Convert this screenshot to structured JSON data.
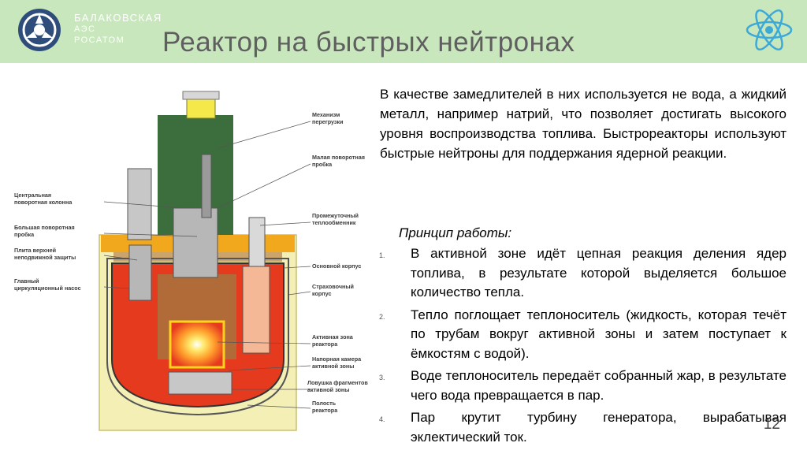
{
  "header": {
    "logo_lines": [
      "БАЛАКОВСКАЯ",
      "АЭС",
      "РОСАТОМ"
    ],
    "title": "Реактор на быстрых нейтронах"
  },
  "diagram": {
    "labels": {
      "refuel": [
        "Механизм",
        "перегрузки"
      ],
      "small_plug": [
        "Малая поворотная",
        "пробка"
      ],
      "central_column": [
        "Центральная",
        "поворотная колонна"
      ],
      "hx": [
        "Промежуточный",
        "теплообменник"
      ],
      "large_plug": [
        "Большая поворотная",
        "пробка"
      ],
      "top_plate": [
        "Плита верхней",
        "неподвижной защиты"
      ],
      "main_vessel": [
        "Основной корпус"
      ],
      "pump": [
        "Главный",
        "циркуляционный насос"
      ],
      "guard_vessel": [
        "Страховочный",
        "корпус"
      ],
      "core": [
        "Активная зона",
        "реактора"
      ],
      "pressure_chamber": [
        "Напорная камера",
        "активной зоны"
      ],
      "debris_trap": [
        "Ловушка фрагментов",
        "активной зоны"
      ],
      "cavity": [
        "Полость",
        "реактора"
      ]
    }
  },
  "text": {
    "intro": "В качестве замедлителей в них используется не вода, а жидкий металл, например натрий, что позволяет достигать высокого уровня воспроизводства топлива. Быстрореакторы используют быстрые нейтроны для поддержания ядерной реакции.",
    "principle_title": "Принцип работы:",
    "steps": [
      {
        "num": "1.",
        "text": "В активной зоне идёт цепная реакция деления ядер топлива, в результате которой выделяется большое количество тепла."
      },
      {
        "num": "2.",
        "text": "Тепло поглощает теплоноситель (жидкость, которая течёт по трубам вокруг активной зоны и затем поступает к ёмкостям с водой)."
      },
      {
        "num": "3.",
        "text": "Воде теплоноситель передаёт собранный жар, в результате чего вода превращается в пар."
      },
      {
        "num": "4.",
        "text": "Пар крутит турбину генератора, вырабатывая эклектический ток."
      }
    ]
  },
  "page_number": "12",
  "colors": {
    "header_bg": "#c9e7bd",
    "title": "#5f5f5f",
    "atom": "#3da9d6",
    "vessel_fill": "#e63a1f",
    "core_center": "#ffd21e",
    "shield": "#f2a81d",
    "building": "#3b6e3c",
    "concrete": "#f3efb5"
  }
}
